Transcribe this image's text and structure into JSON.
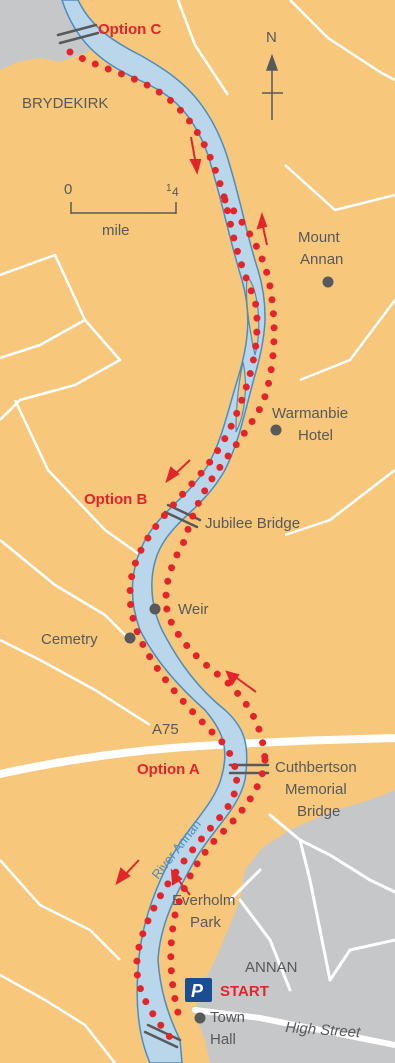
{
  "colors": {
    "land": "#f7c77b",
    "river": "#b9d6ea",
    "river_edge": "#4a8dc3",
    "road": "#ffffff",
    "town": "#c6c7c9",
    "route": "#e3242b",
    "label": "#58595b",
    "parking": "#1a4d93"
  },
  "compass": {
    "label": "N"
  },
  "scale": {
    "zero": "0",
    "quarter_num": "1",
    "quarter_den": "4",
    "unit": "mile"
  },
  "places": {
    "brydekirk": "BRYDEKIRK",
    "mount_annan": [
      "Mount",
      "Annan"
    ],
    "warmanbie": [
      "Warmanbie",
      "Hotel"
    ],
    "jubilee": "Jubilee Bridge",
    "weir": "Weir",
    "cemetery": "Cemetry",
    "a75": "A75",
    "cuthbertson": [
      "Cuthbertson",
      "Memorial",
      "Bridge"
    ],
    "river": "River Annan",
    "everholm": [
      "Everholm",
      "Park"
    ],
    "annan": "ANNAN",
    "town_hall": [
      "Town",
      "Hall"
    ],
    "high_street": "High Street"
  },
  "options": {
    "c": "Option C",
    "b": "Option B",
    "a": "Option A",
    "start": "START"
  },
  "parking": {
    "symbol": "P",
    "icon": "parking-icon"
  }
}
